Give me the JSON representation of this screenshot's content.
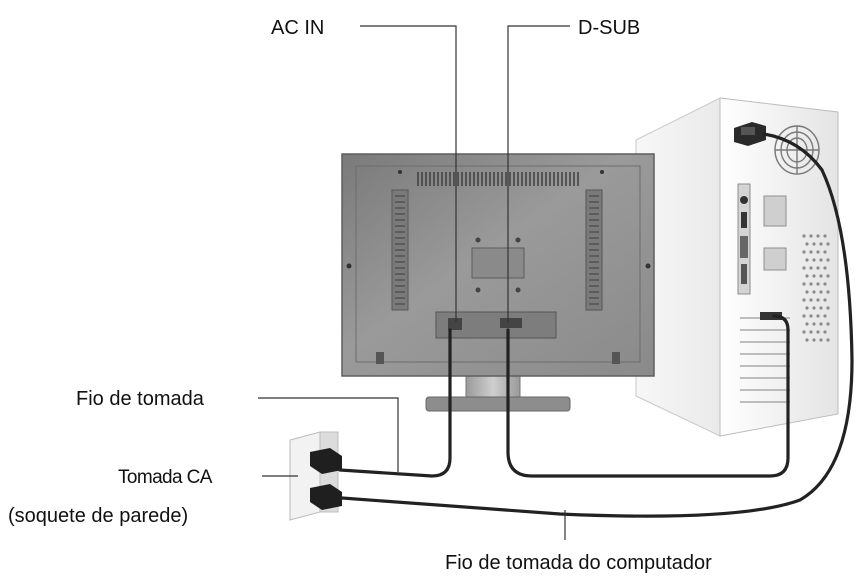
{
  "labels": {
    "ac_in": "AC IN",
    "d_sub": "D-SUB",
    "power_cord": "Fio de tomada",
    "ac_outlet": "Tomada CA",
    "wall_socket": "(soquete de parede)",
    "computer_power_cord": "Fio de tomada do computador"
  },
  "colors": {
    "background": "#ffffff",
    "line": "#333333",
    "cable": "#222222",
    "monitor_body": "#8a8a8a",
    "pc_case": "#efefef"
  }
}
